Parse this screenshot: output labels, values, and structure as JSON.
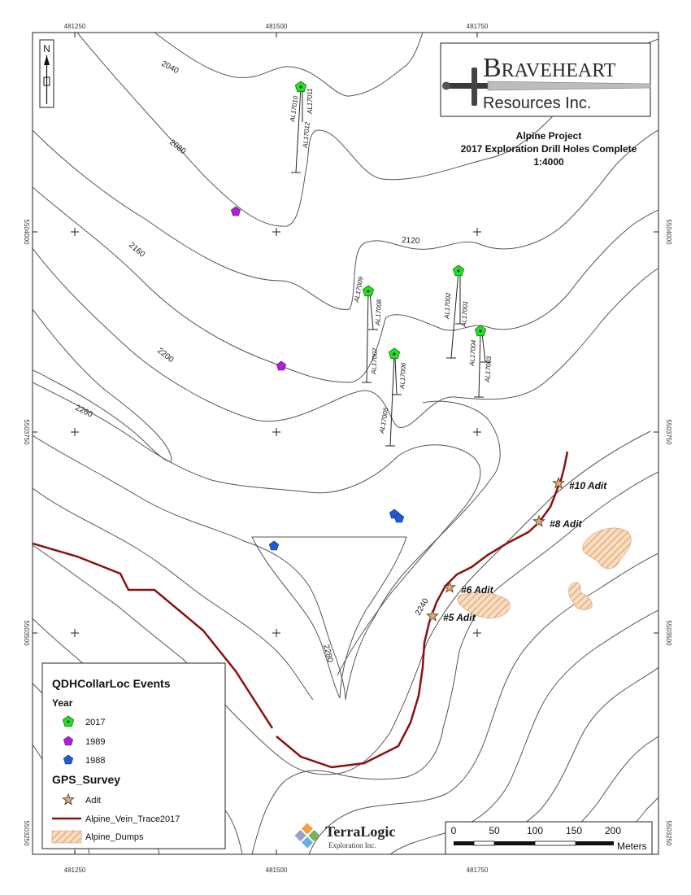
{
  "title": {
    "project": "Alpine Project",
    "subtitle": "2017 Exploration Drill Holes Complete",
    "scale": "1:4000"
  },
  "logo": {
    "company_line1": "Braveheart",
    "company_line2": "Resources Inc."
  },
  "terralogic": {
    "name": "TerraLogic",
    "sub": "Exploration Inc."
  },
  "grid": {
    "top": [
      "481250",
      "481500",
      "481750"
    ],
    "bottom": [
      "481250",
      "481500",
      "481750"
    ],
    "left": [
      "5504000",
      "5503750",
      "5503500",
      "5503250"
    ],
    "right": [
      "5504000",
      "5503750",
      "5503500",
      "5503250"
    ]
  },
  "contours": [
    "2040",
    "2080",
    "2120",
    "2160",
    "2200",
    "2260",
    "2240",
    "2280"
  ],
  "drill_holes": [
    "AL17010",
    "AL17012",
    "AL17011",
    "AL17009",
    "AL17008",
    "AL17007",
    "AL17006",
    "AL17005",
    "AL17002",
    "AL17001",
    "AL17004",
    "AL17003"
  ],
  "adits": [
    "#10 Adit",
    "#8 Adit",
    "#6 Adit",
    "#5 Adit"
  ],
  "legend": {
    "title": "QDHCollarLoc Events",
    "year_label": "Year",
    "years": [
      "2017",
      "1989",
      "1988"
    ],
    "gps_label": "GPS_Survey",
    "adit": "Adit",
    "vein": "Alpine_Vein_Trace2017",
    "dumps": "Alpine_Dumps"
  },
  "scalebar": {
    "ticks": [
      "0",
      "50",
      "100",
      "150",
      "200"
    ],
    "unit": "Meters"
  },
  "north": "N",
  "colors": {
    "y2017": "#22e022",
    "y1989": "#b020d8",
    "y1988": "#1f5bd6",
    "vein": "#8b1010",
    "adit": "#f0a860",
    "dumps": "#f0c49a"
  }
}
